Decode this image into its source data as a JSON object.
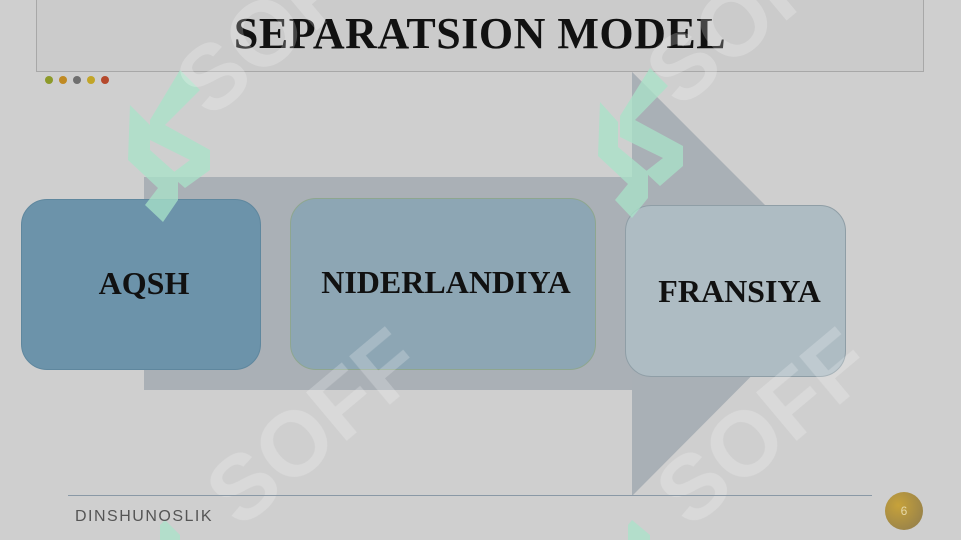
{
  "slide": {
    "title": "SEPARATSION MODEL",
    "footer": "DINSHUNOSLIK",
    "page_number": "6"
  },
  "decor": {
    "dot_colors": [
      "#8d9a2a",
      "#c08a23",
      "#6f6f6f",
      "#c2a528",
      "#b5492c"
    ],
    "watermark_text": "SOFF",
    "watermark_color": "#a9e3c9"
  },
  "process": {
    "steps": [
      {
        "label": "AQSH"
      },
      {
        "label": "NIDERLANDIYA"
      },
      {
        "label": "FRANSIYA"
      }
    ]
  }
}
